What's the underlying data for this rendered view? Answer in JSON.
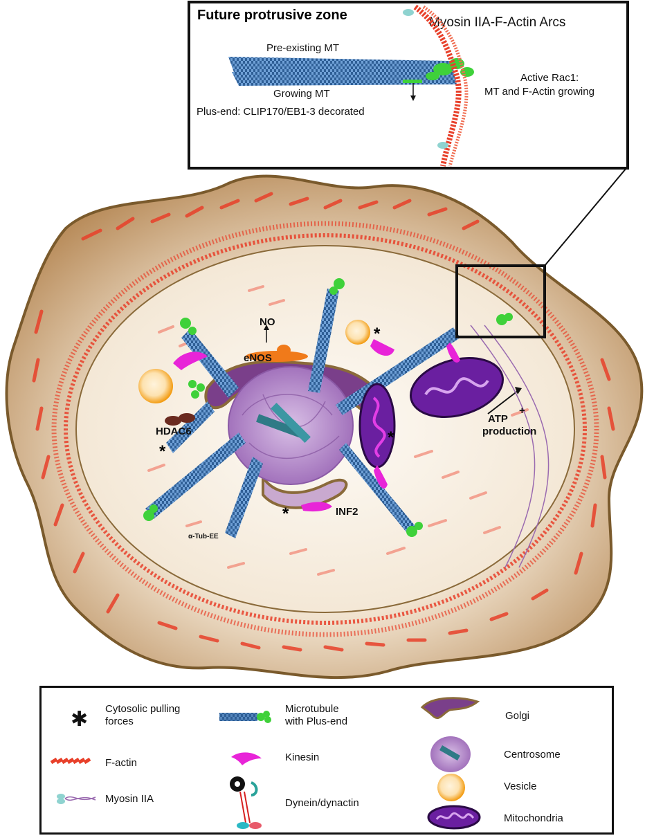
{
  "inset": {
    "title": "Future protrusive zone",
    "arcs_label": "Myosin IIA-F-Actin Arcs",
    "pre_existing_mt": "Pre-existing MT",
    "growing_mt": "Growing MT",
    "plus_end": "Plus-end: CLIP170/EB1-3 decorated",
    "rac1_line1": "Active Rac1:",
    "rac1_line2": "MT and F-Actin growing"
  },
  "cell": {
    "no": "NO",
    "enos": "eNOS",
    "hdac6": "HDAC6",
    "inf2": "INF2",
    "atp_line1": "ATP",
    "atp_plus": "+",
    "atp_line2": "production",
    "tub_ee": "α-Tub-EE",
    "asterisk": "*"
  },
  "legend": {
    "items": [
      {
        "icon": "asterisk-icon",
        "label": "Cytosolic pulling\nforces"
      },
      {
        "icon": "f-actin-icon",
        "label": "F-actin"
      },
      {
        "icon": "myosin-iia-icon",
        "label": "Myosin IIA"
      },
      {
        "icon": "microtubule-icon",
        "label": "Microtubule\nwith Plus-end"
      },
      {
        "icon": "kinesin-icon",
        "label": "Kinesin"
      },
      {
        "icon": "dynein-icon",
        "label": "Dynein/dynactin"
      },
      {
        "icon": "golgi-icon",
        "label": "Golgi"
      },
      {
        "icon": "centrosome-icon",
        "label": "Centrosome"
      },
      {
        "icon": "vesicle-icon",
        "label": "Vesicle"
      },
      {
        "icon": "mitochondria-icon",
        "label": "Mitochondria"
      }
    ]
  },
  "colors": {
    "cell_outer": "#c39a6b",
    "cell_border": "#7a5a2c",
    "cell_inner": "#f6ecdf",
    "f_actin": "#e8402a",
    "microtubule": "#3a6ea8",
    "plus_end": "#3fd13a",
    "kinesin": "#e824d8",
    "vesicle": "#f5a623",
    "mitochondria": "#6a1fa0",
    "centrosome": "#b58ac9",
    "enos": "#f07a1a"
  }
}
